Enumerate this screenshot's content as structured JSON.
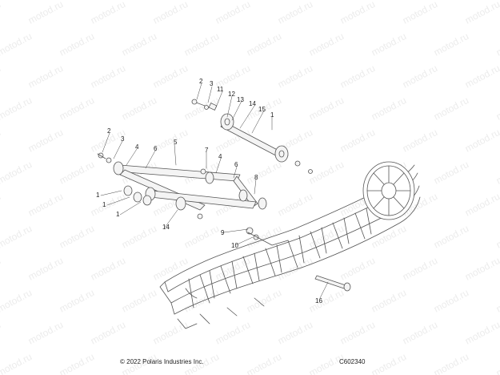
{
  "watermark": {
    "text": "motod.ru",
    "color": "#ececec"
  },
  "callouts": [
    "2",
    "3",
    "11",
    "12",
    "13",
    "14",
    "15",
    "1",
    "2",
    "3",
    "4",
    "6",
    "5",
    "7",
    "4",
    "6",
    "8",
    "1",
    "1",
    "1",
    "14",
    "9",
    "10",
    "16"
  ],
  "footer": {
    "copyright": "© 2022 Polaris Industries Inc.",
    "figure_code": "C602340"
  },
  "colors": {
    "line": "#555555",
    "part_fill": "#f4f4f4",
    "text": "#222222"
  }
}
